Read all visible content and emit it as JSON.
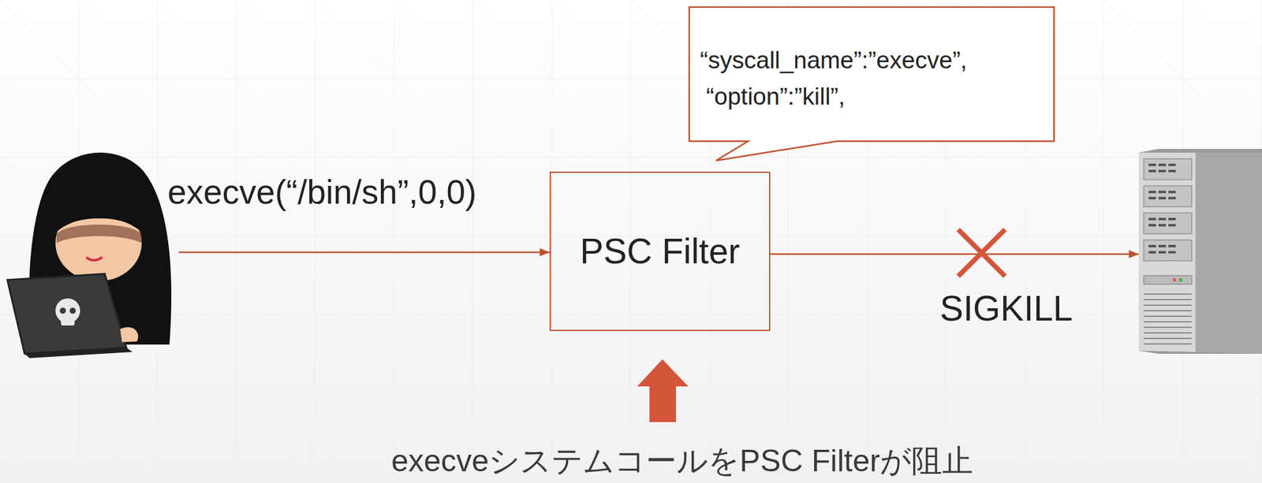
{
  "diagram": {
    "nodes": [
      {
        "text": [
          "PSC Filter"
        ]
      },
      {
        "text": [
          "“syscall_name”:”execve”,",
          "“option”:”kill”,"
        ]
      }
    ],
    "labels": [
      "execve(“/bin/sh”,0,0)",
      "SIGKILL",
      "execveシステムコールをPSC Filterが阻止"
    ]
  }
}
